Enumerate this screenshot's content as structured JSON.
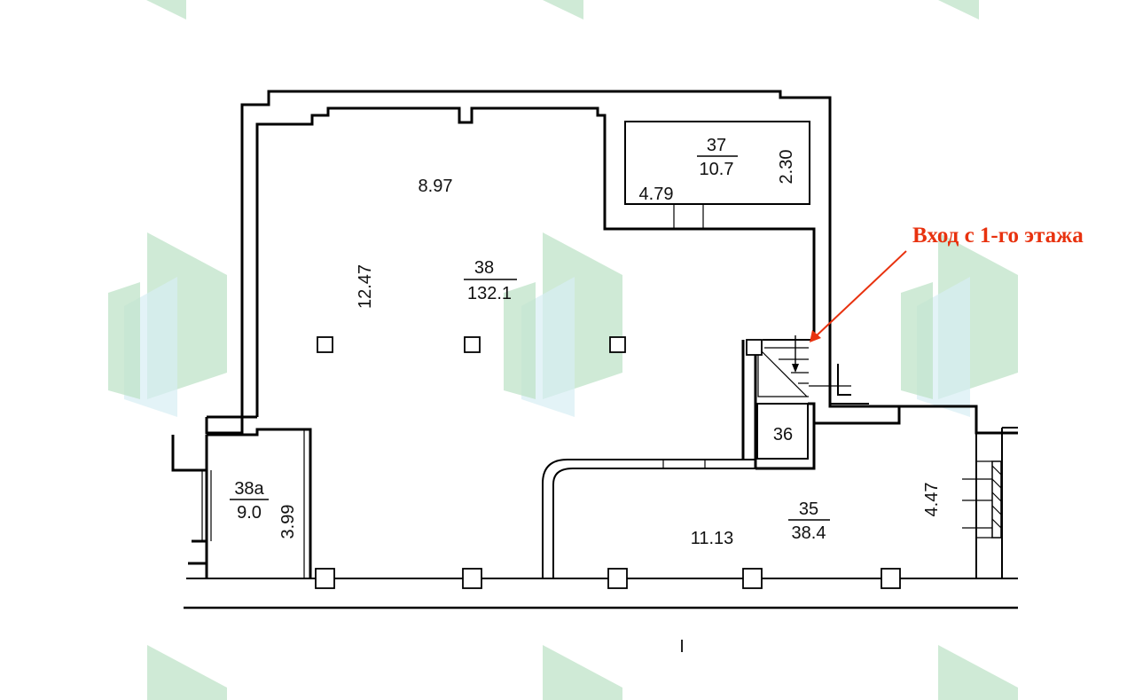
{
  "plan": {
    "rooms": [
      {
        "id": "38",
        "number": "38",
        "area": "132.1"
      },
      {
        "id": "37",
        "number": "37",
        "area": "10.7"
      },
      {
        "id": "38a",
        "number": "38а",
        "area": "9.0"
      },
      {
        "id": "35",
        "number": "35",
        "area": "38.4"
      },
      {
        "id": "36",
        "number": "36",
        "area": ""
      }
    ],
    "dimensions": {
      "d_897": "8.97",
      "d_1247": "12.47",
      "d_479": "4.79",
      "d_230": "2.30",
      "d_399": "3.99",
      "d_1113": "11.13",
      "d_447": "4.47"
    },
    "entrance_note": "Вход с 1-го этажа",
    "axis_label": "I",
    "colors": {
      "walls": "#000000",
      "annotation": "#e8320f",
      "watermark": "#bfe3c8"
    }
  }
}
